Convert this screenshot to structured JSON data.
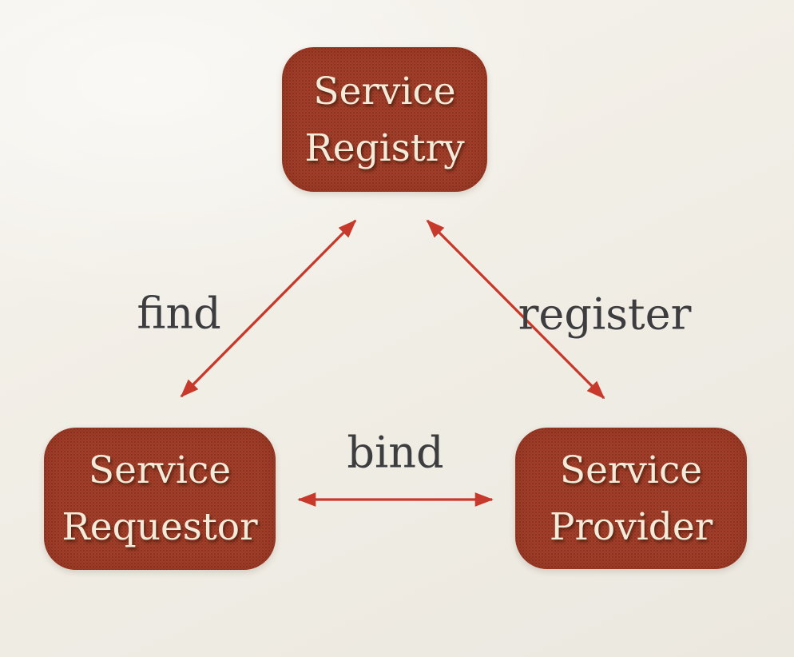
{
  "nodes": {
    "registry": {
      "line1": "Service",
      "line2": "Registry"
    },
    "requestor": {
      "line1": "Service",
      "line2": "Requestor"
    },
    "provider": {
      "line1": "Service",
      "line2": "Provider"
    }
  },
  "edges": {
    "find": {
      "label": "find",
      "from": "Service Requestor",
      "to": "Service Registry",
      "bidirectional": true
    },
    "register": {
      "label": "register",
      "from": "Service Provider",
      "to": "Service Registry",
      "bidirectional": true
    },
    "bind": {
      "label": "bind",
      "from": "Service Requestor",
      "to": "Service Provider",
      "bidirectional": true
    }
  },
  "colors": {
    "background": "#f5f2ec",
    "background_edge": "#ebe8e0",
    "box_fill": "#ae4833",
    "box_dot": "#8a3021",
    "box_text": "#f2ebd9",
    "arrow": "#c7392b",
    "edge_label": "#3d3c3e"
  }
}
